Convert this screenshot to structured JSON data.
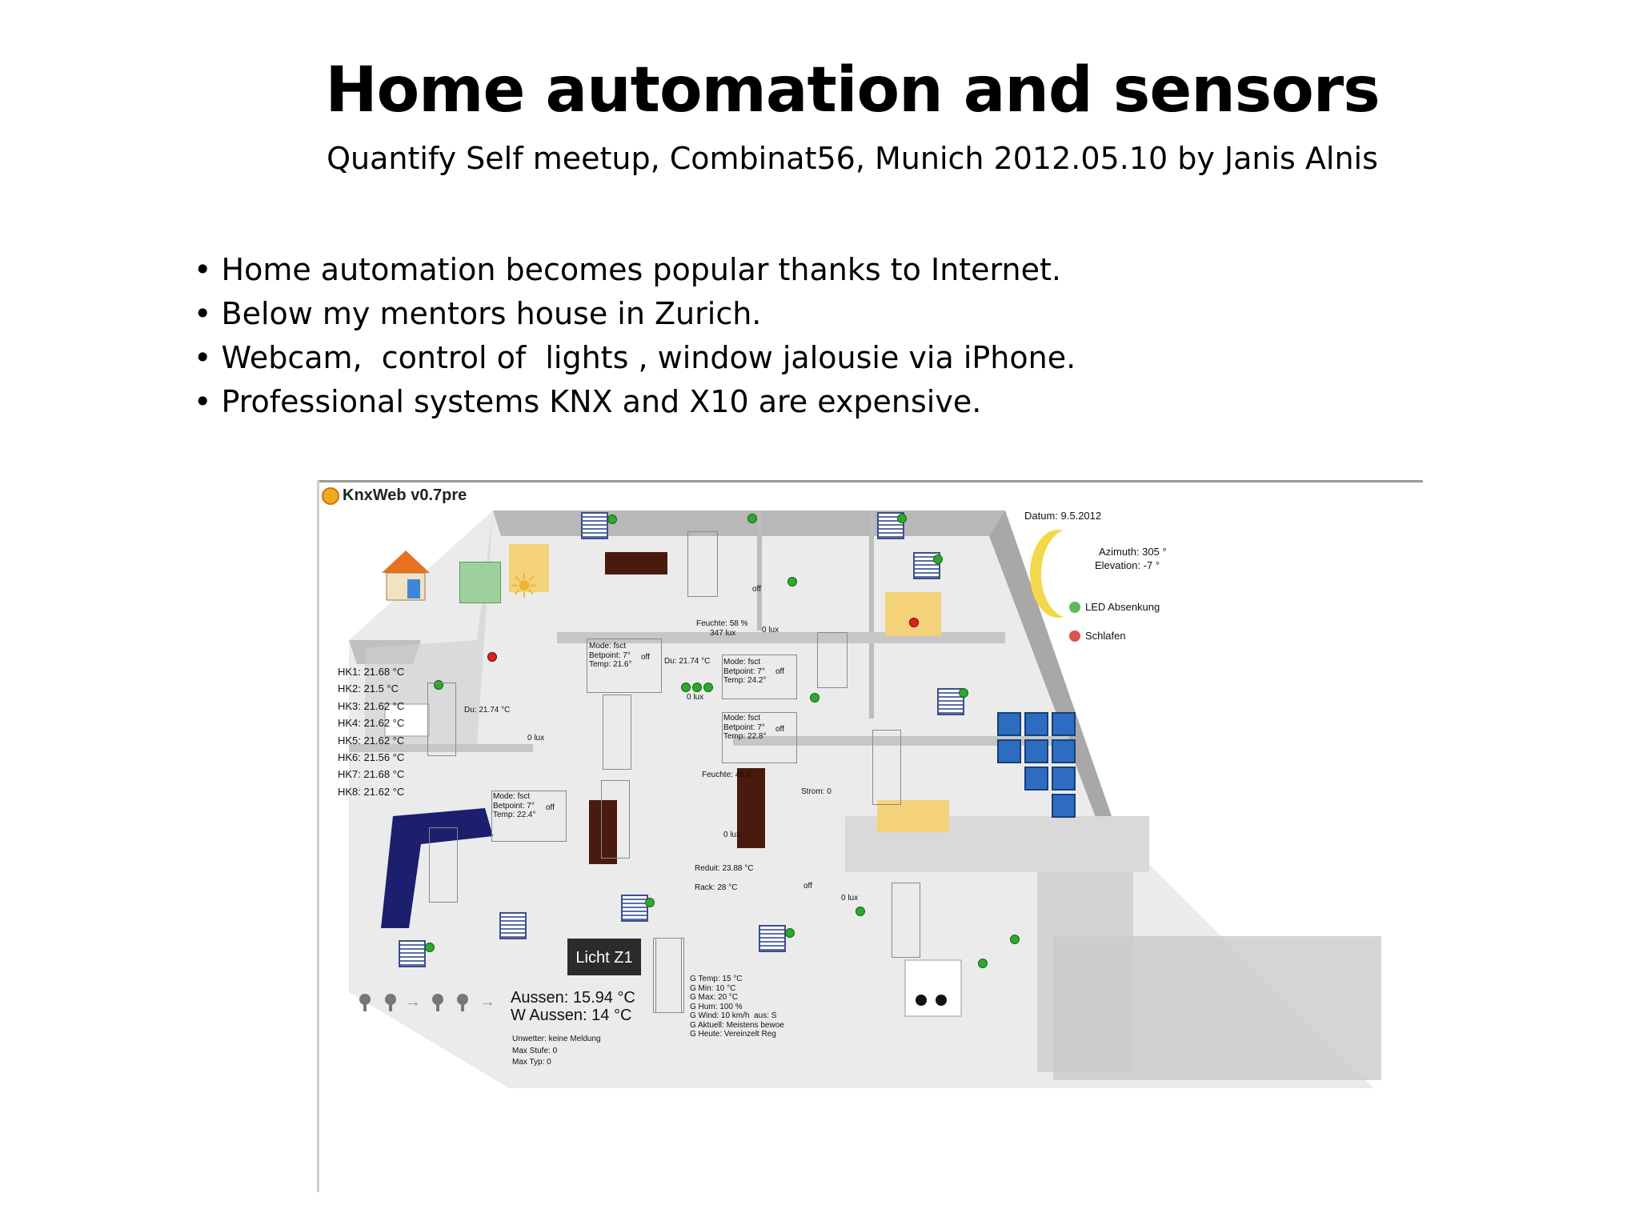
{
  "slide": {
    "title": "Home automation and sensors",
    "subtitle": "Quantify Self meetup, Combinat56, Munich 2012.05.10  by Janis Alnis",
    "bullets": [
      "Home automation becomes popular thanks to Internet.",
      "Below my mentors house in Zurich.",
      "Webcam,  control of  lights , window jalousie via iPhone.",
      "Professional systems KNX and X10 are expensive."
    ]
  },
  "app": {
    "title": "KnxWeb v0.7pre",
    "datum": "Datum: 9.5.2012",
    "azimuth": "Azimuth: 305 °",
    "elevation": "Elevation: -7 °",
    "led_absenkung": "LED Absenkung",
    "schlafen": "Schlafen",
    "hk": [
      "HK1: 21.68 °C",
      "HK2: 21.5 °C",
      "HK3: 21.62 °C",
      "HK4: 21.62 °C",
      "HK5: 21.62 °C",
      "HK6: 21.56 °C",
      "HK7: 21.68 °C",
      "HK8: 21.62 °C"
    ],
    "labels": {
      "off": "off",
      "feuchte1": "Feuchte: 58 %",
      "lux347": "347 lux",
      "lux0": "0 lux",
      "du": "Du: 21.74 °C",
      "feuchte2": "Feuchte: 45.9 °",
      "strom": "Strom: 0",
      "reduit": "Reduit: 23.88 °C",
      "rack": "Rack: 28 °C",
      "mode_block_1": "Mode: fsct\nBetpoint: 7°\nTemp: 21.6°",
      "mode_block_2": "Mode: fsct\nBetpoint: 7°\nTemp: 24.2°",
      "mode_block_3": "Mode: fsct\nBetpoint: 7°\nTemp: 22.8°",
      "mode_block_4": "Mode: fsct\nBetpoint: 7°\nTemp: 22.4°"
    },
    "licht_button": "Licht Z1",
    "aussen": "Aussen: 15.94 °C",
    "w_aussen": "W Aussen: 14 °C",
    "unwetter": "Unwetter: keine Meldung",
    "max_stufe": "Max Stufe: 0",
    "max_typ": "Max Typ: 0",
    "forecast": [
      "G Temp: 15 °C",
      "G Min: 10 °C",
      "G Max: 20 °C",
      "G Hum: 100 %",
      "G Wind: 10 km/h  aus: S",
      "G Aktuell: Meistens bewoe",
      "G Heute: Vereinzelt Reg"
    ],
    "colors": {
      "floor": "#ebebeb",
      "wall": "#b5b5b5",
      "sofa": "#1b1f6e",
      "wood": "#4a1a0e",
      "camera": "#2d6cc0"
    }
  }
}
